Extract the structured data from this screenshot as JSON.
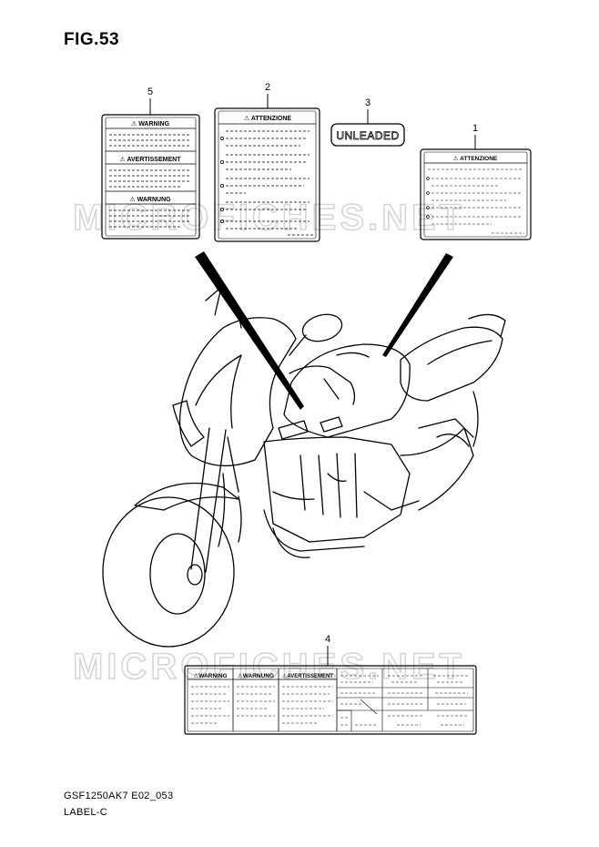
{
  "figure": {
    "title": "FIG.53",
    "part_code": "GSF1250AK7 E02_053",
    "section_name": "LABEL-C"
  },
  "callouts": [
    "5",
    "2",
    "3",
    "1",
    "4"
  ],
  "labels": {
    "warning_label": {
      "headers": [
        "⚠ WARNING",
        "⚠ AVERTISSEMENT",
        "⚠ WARNUNG"
      ]
    },
    "attenzione_label_large": {
      "header": "⚠ ATTENZIONE"
    },
    "unleaded_label": {
      "text": "UNLEADED"
    },
    "attenzione_label_small": {
      "header": "⚠ ATTENZIONE"
    },
    "info_label": {
      "headers": [
        "⚠WARNING",
        "⚠WARNUNG",
        "⚠AVERTISSEMENT"
      ]
    }
  },
  "watermark": "MICROFICHES.NET",
  "colors": {
    "line": "#000000",
    "watermark": "#d9d9d9",
    "background": "#ffffff"
  }
}
